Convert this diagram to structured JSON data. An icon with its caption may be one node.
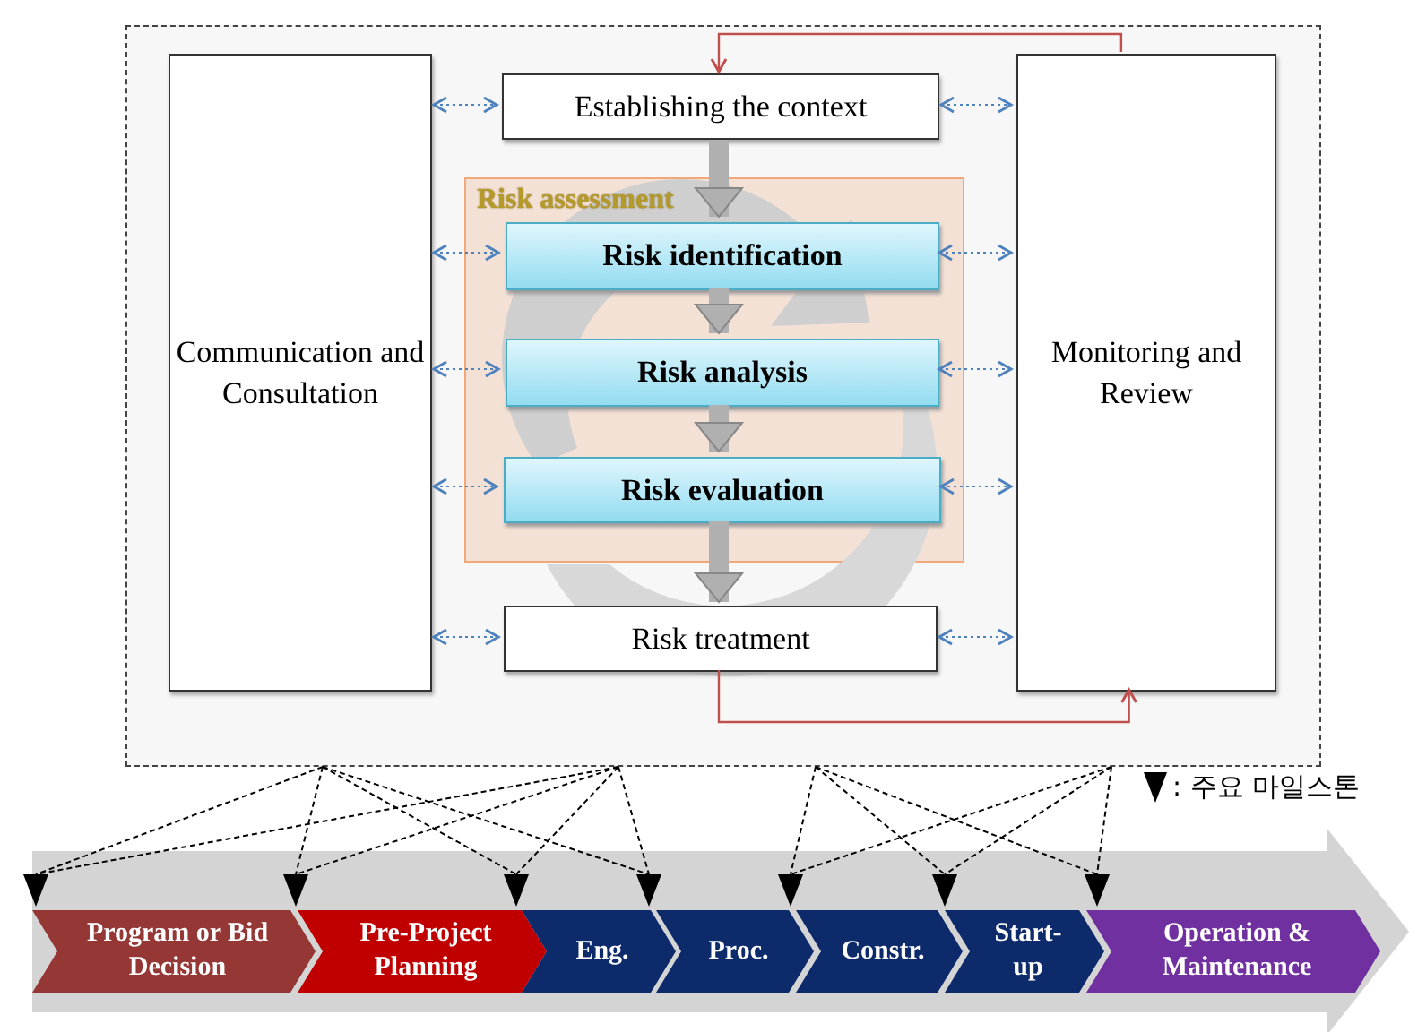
{
  "diagram": {
    "nodes": [
      {
        "text": [],
        "shape": "box"
      },
      {
        "text": [
          "Communication and Consultation"
        ],
        "in": 0
      },
      {
        "text": [
          "Establishing the context"
        ],
        "in": 0
      },
      {
        "text": [
          "Risk assessment"
        ],
        "in": 0
      },
      {
        "text": [
          "Risk identification"
        ],
        "in": 3
      },
      {
        "text": [
          "Risk analysis"
        ],
        "in": 3
      },
      {
        "text": [
          "Risk evaluation"
        ],
        "in": 3
      },
      {
        "text": [
          "Risk treatment"
        ],
        "in": 0
      },
      {
        "text": [
          "Monitoring and Review"
        ],
        "in": 0
      },
      {
        "text": [
          "Program or Bid Decision"
        ]
      },
      {
        "text": [
          "Pre-Project Planning"
        ]
      },
      {
        "text": [
          "Eng."
        ]
      },
      {
        "text": [
          "Proc."
        ]
      },
      {
        "text": [
          "Constr."
        ]
      },
      {
        "text": [
          "Start-up"
        ]
      },
      {
        "text": [
          "Operation & Maintenance"
        ]
      },
      {
        "text": [],
        "shape": "triangle"
      },
      {
        "text": [],
        "shape": "triangle"
      },
      {
        "text": [],
        "shape": "triangle"
      },
      {
        "text": [],
        "shape": "triangle"
      },
      {
        "text": [],
        "shape": "triangle"
      },
      {
        "text": [],
        "shape": "triangle"
      },
      {
        "text": [],
        "shape": "triangle"
      }
    ],
    "edges": [
      {
        "from": 1,
        "to": 2,
        "arrow": "both",
        "style": "dashed",
        "color": "#4f81bd"
      },
      {
        "from": 1,
        "to": 4,
        "arrow": "both",
        "style": "dashed",
        "color": "#4f81bd"
      },
      {
        "from": 1,
        "to": 5,
        "arrow": "both",
        "style": "dashed",
        "color": "#4f81bd"
      },
      {
        "from": 1,
        "to": 6,
        "arrow": "both",
        "style": "dashed",
        "color": "#4f81bd"
      },
      {
        "from": 1,
        "to": 7,
        "arrow": "both",
        "style": "dashed",
        "color": "#4f81bd"
      },
      {
        "from": 2,
        "to": 8,
        "arrow": "both",
        "style": "dashed",
        "color": "#4f81bd"
      },
      {
        "from": 4,
        "to": 8,
        "arrow": "both",
        "style": "dashed",
        "color": "#4f81bd"
      },
      {
        "from": 5,
        "to": 8,
        "arrow": "both",
        "style": "dashed",
        "color": "#4f81bd"
      },
      {
        "from": 6,
        "to": 8,
        "arrow": "both",
        "style": "dashed",
        "color": "#4f81bd"
      },
      {
        "from": 7,
        "to": 8,
        "arrow": "both",
        "style": "dashed",
        "color": "#4f81bd"
      },
      {
        "from": 2,
        "to": 4,
        "arrow": "to",
        "style": "thick",
        "color": "#b0b0b0"
      },
      {
        "from": 4,
        "to": 5,
        "arrow": "to",
        "style": "thick",
        "color": "#b0b0b0"
      },
      {
        "from": 5,
        "to": 6,
        "arrow": "to",
        "style": "thick",
        "color": "#b0b0b0"
      },
      {
        "from": 6,
        "to": 7,
        "arrow": "to",
        "style": "thick",
        "color": "#b0b0b0"
      },
      {
        "from": 7,
        "to": 8,
        "arrow": "to",
        "color": "#c0504d"
      },
      {
        "from": 8,
        "to": 2,
        "arrow": "to",
        "color": "#c0504d"
      },
      {
        "from": 0,
        "to": 16,
        "arrow": "none",
        "style": "dashed"
      },
      {
        "from": 0,
        "to": 17,
        "arrow": "none",
        "style": "dashed"
      },
      {
        "from": 0,
        "to": 18,
        "arrow": "none",
        "style": "dashed"
      },
      {
        "from": 0,
        "to": 19,
        "arrow": "none",
        "style": "dashed"
      },
      {
        "from": 0,
        "to": 16,
        "arrow": "none",
        "style": "dashed"
      },
      {
        "from": 0,
        "to": 17,
        "arrow": "none",
        "style": "dashed"
      },
      {
        "from": 0,
        "to": 18,
        "arrow": "none",
        "style": "dashed"
      },
      {
        "from": 0,
        "to": 19,
        "arrow": "none",
        "style": "dashed"
      },
      {
        "from": 0,
        "to": 20,
        "arrow": "none",
        "style": "dashed"
      },
      {
        "from": 0,
        "to": 21,
        "arrow": "none",
        "style": "dashed"
      },
      {
        "from": 0,
        "to": 22,
        "arrow": "none",
        "style": "dashed"
      },
      {
        "from": 0,
        "to": 20,
        "arrow": "none",
        "style": "dashed"
      },
      {
        "from": 0,
        "to": 21,
        "arrow": "none",
        "style": "dashed"
      },
      {
        "from": 0,
        "to": 22,
        "arrow": "none",
        "style": "dashed"
      }
    ],
    "legend": [
      {
        "text": ": 주요 마일스톤"
      }
    ]
  }
}
